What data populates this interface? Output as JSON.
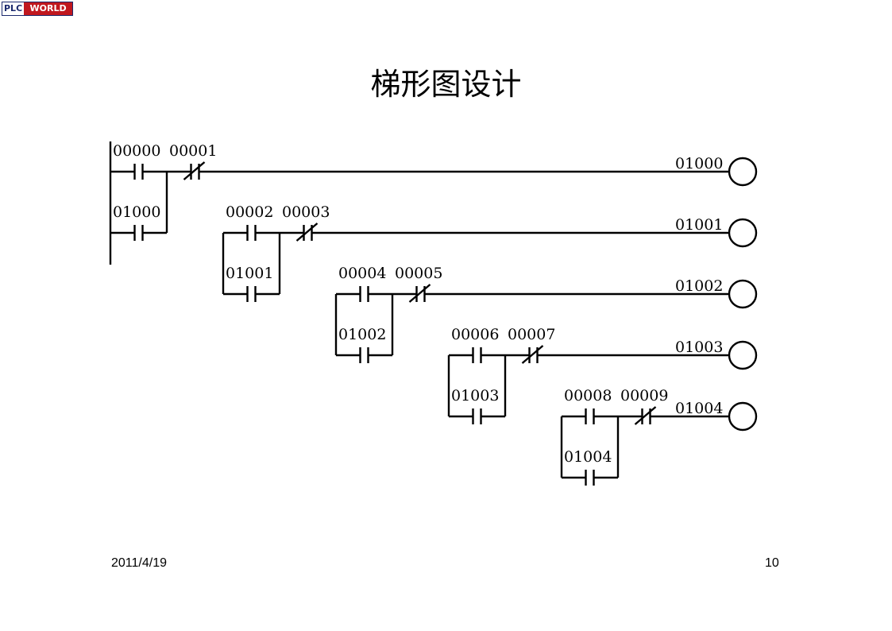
{
  "logo": {
    "part1": "PLC",
    "part2": "WORLD"
  },
  "title": "梯形图设计",
  "rungs": [
    {
      "contact_no": "00000",
      "contact_nc": "00001",
      "seal": "01000",
      "coil": "01000"
    },
    {
      "contact_no": "00002",
      "contact_nc": "00003",
      "seal": "01001",
      "coil": "01001"
    },
    {
      "contact_no": "00004",
      "contact_nc": "00005",
      "seal": "01002",
      "coil": "01002"
    },
    {
      "contact_no": "00006",
      "contact_nc": "00007",
      "seal": "01003",
      "coil": "01003"
    },
    {
      "contact_no": "00008",
      "contact_nc": "00009",
      "seal": "01004",
      "coil": "01004"
    }
  ],
  "footer": {
    "date": "2011/4/19",
    "page_number": "10"
  }
}
